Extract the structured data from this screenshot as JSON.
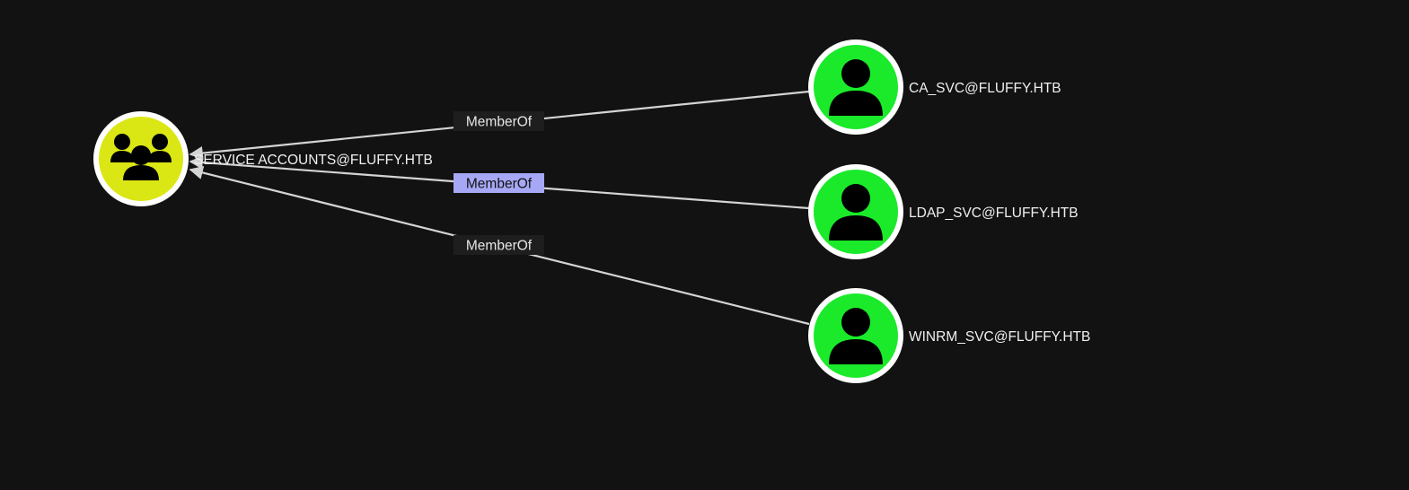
{
  "graph": {
    "group_node": {
      "label": "SERVICE ACCOUNTS@FLUFFY.HTB",
      "type": "group",
      "icon": "users-group-icon",
      "fill_color": "#dbe615"
    },
    "user_nodes": [
      {
        "label": "CA_SVC@FLUFFY.HTB",
        "type": "user",
        "icon": "user-icon",
        "fill_color": "#1aea2a"
      },
      {
        "label": "LDAP_SVC@FLUFFY.HTB",
        "type": "user",
        "icon": "user-icon",
        "fill_color": "#1aea2a"
      },
      {
        "label": "WINRM_SVC@FLUFFY.HTB",
        "type": "user",
        "icon": "user-icon",
        "fill_color": "#1aea2a"
      }
    ],
    "edges": [
      {
        "label": "MemberOf",
        "from": "CA_SVC@FLUFFY.HTB",
        "to": "SERVICE ACCOUNTS@FLUFFY.HTB",
        "selected": false
      },
      {
        "label": "MemberOf",
        "from": "LDAP_SVC@FLUFFY.HTB",
        "to": "SERVICE ACCOUNTS@FLUFFY.HTB",
        "selected": true
      },
      {
        "label": "MemberOf",
        "from": "WINRM_SVC@FLUFFY.HTB",
        "to": "SERVICE ACCOUNTS@FLUFFY.HTB",
        "selected": false
      }
    ],
    "colors": {
      "background": "#121212",
      "edge": "#d4d4d4",
      "selected_edge_label": "#a7a8f5"
    }
  }
}
